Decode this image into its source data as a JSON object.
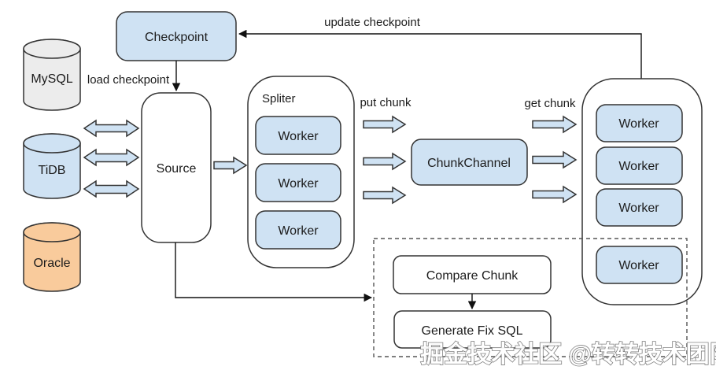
{
  "diagram": {
    "colors": {
      "box_blue": "#cfe2f3",
      "db_gray": "#ececec",
      "db_orange": "#f9cb9c",
      "stroke": "#333333"
    },
    "databases": [
      {
        "label": "MySQL"
      },
      {
        "label": "TiDB"
      },
      {
        "label": "Oracle"
      }
    ],
    "checkpoint": {
      "label": "Checkpoint"
    },
    "source": {
      "label": "Source"
    },
    "spliter": {
      "label": "Spliter",
      "workers": [
        {
          "label": "Worker"
        },
        {
          "label": "Worker"
        },
        {
          "label": "Worker"
        }
      ]
    },
    "chunk_channel": {
      "label": "ChunkChannel"
    },
    "pool": {
      "workers": [
        {
          "label": "Worker"
        },
        {
          "label": "Worker"
        },
        {
          "label": "Worker"
        },
        {
          "label": "Worker"
        }
      ]
    },
    "compare_chunk": {
      "label": "Compare Chunk"
    },
    "generate_fix_sql": {
      "label": "Generate Fix SQL"
    },
    "edges": {
      "update_checkpoint": "update checkpoint",
      "load_checkpoint": "load checkpoint",
      "put_chunk": "put chunk",
      "get_chunk": "get chunk"
    },
    "watermark": "掘金技术社区 @转转技术团队"
  }
}
